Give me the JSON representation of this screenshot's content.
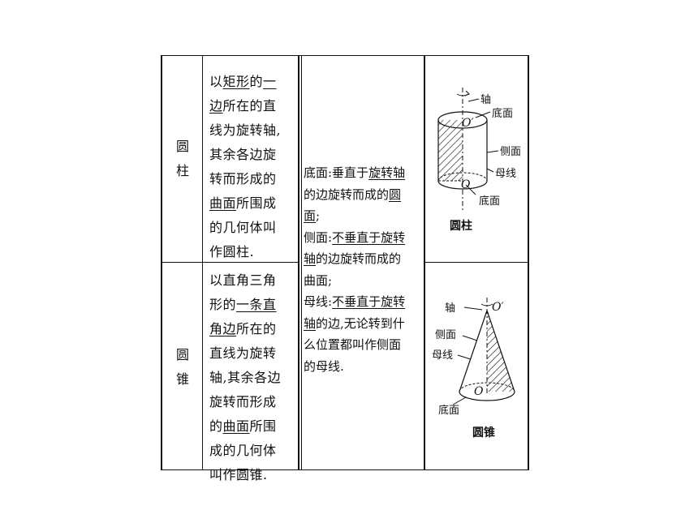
{
  "table": {
    "cylinder": {
      "name": [
        "圆",
        "柱"
      ],
      "definition": [
        [
          {
            "t": "以"
          },
          {
            "t": "矩形",
            "u": true
          },
          {
            "t": "的"
          },
          {
            "t": "一",
            "u": true
          }
        ],
        [
          {
            "t": "边",
            "u": true
          },
          {
            "t": "所在的直"
          }
        ],
        [
          {
            "t": "线为旋转轴,"
          }
        ],
        [
          {
            "t": "其余各边旋"
          }
        ],
        [
          {
            "t": "转而形成的"
          }
        ],
        [
          {
            "t": "曲面",
            "u": true
          },
          {
            "t": "所围成"
          }
        ],
        [
          {
            "t": "的几何体叫"
          }
        ],
        [
          {
            "t": "作圆柱."
          }
        ]
      ],
      "figure": {
        "axis_label": "轴",
        "top_base_label": "底面",
        "side_label": "侧面",
        "generatrix_label": "母线",
        "bottom_base_label": "底面",
        "top_center": "O′",
        "bottom_center": "O",
        "caption": "圆柱"
      }
    },
    "cone": {
      "name": [
        "圆",
        "锥"
      ],
      "definition": [
        [
          {
            "t": "以直角三角"
          }
        ],
        [
          {
            "t": "形的"
          },
          {
            "t": "一条直",
            "u": true
          }
        ],
        [
          {
            "t": "角边",
            "u": true
          },
          {
            "t": "所在的"
          }
        ],
        [
          {
            "t": "直线为旋转"
          }
        ],
        [
          {
            "t": "轴,其余各边"
          }
        ],
        [
          {
            "t": "旋转而形成"
          }
        ],
        [
          {
            "t": "的"
          },
          {
            "t": "曲面",
            "u": true
          },
          {
            "t": "所围"
          }
        ],
        [
          {
            "t": "成的几何体"
          }
        ],
        [
          {
            "t": "叫作圆锥."
          }
        ]
      ],
      "figure": {
        "axis_label": "轴",
        "apex": "O′",
        "side_label": "侧面",
        "generatrix_label": "母线",
        "base_center": "O",
        "base_label": "底面",
        "caption": "圆锥"
      }
    },
    "description": [
      [
        {
          "t": "底面:垂直于"
        },
        {
          "t": "旋转轴",
          "u": true
        }
      ],
      [
        {
          "t": "的边旋转而成的"
        },
        {
          "t": "圆",
          "u": true
        }
      ],
      [
        {
          "t": "面",
          "u": true
        },
        {
          "t": ";"
        }
      ],
      [
        {
          "t": "侧面:"
        },
        {
          "t": "不垂直于旋转",
          "u": true
        }
      ],
      [
        {
          "t": "轴",
          "u": true
        },
        {
          "t": "的边旋转而成的"
        }
      ],
      [
        {
          "t": "曲面;"
        }
      ],
      [
        {
          "t": "母线:"
        },
        {
          "t": "不垂直于旋转",
          "u": true
        }
      ],
      [
        {
          "t": "轴",
          "u": true
        },
        {
          "t": "的边,无论转到什"
        }
      ],
      [
        {
          "t": "么位置都叫作侧面"
        }
      ],
      [
        {
          "t": "的母线."
        }
      ]
    ]
  }
}
